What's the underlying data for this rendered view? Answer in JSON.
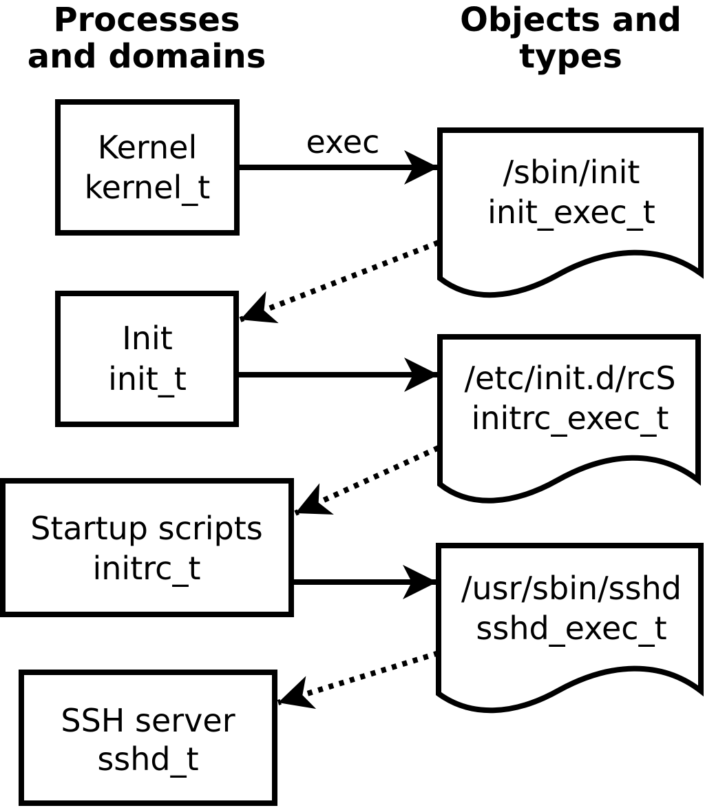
{
  "headers": {
    "left": {
      "line1": "Processes",
      "line2": "and domains"
    },
    "right": {
      "line1": "Objects and",
      "line2": "types"
    }
  },
  "processes": [
    {
      "name": "Kernel",
      "type": "kernel_t"
    },
    {
      "name": "Init",
      "type": "init_t"
    },
    {
      "name": "Startup scripts",
      "type": "initrc_t"
    },
    {
      "name": "SSH server",
      "type": "sshd_t"
    }
  ],
  "objects": [
    {
      "path": "/sbin/init",
      "type": "init_exec_t"
    },
    {
      "path": "/etc/init.d/rcS",
      "type": "initrc_exec_t"
    },
    {
      "path": "/usr/sbin/sshd",
      "type": "sshd_exec_t"
    }
  ],
  "edges": {
    "exec_label": "exec",
    "solid": [
      {
        "from": "Kernel kernel_t",
        "to": "/sbin/init init_exec_t",
        "label": "exec"
      },
      {
        "from": "Init init_t",
        "to": "/etc/init.d/rcS initrc_exec_t"
      },
      {
        "from": "Startup scripts initrc_t",
        "to": "/usr/sbin/sshd sshd_exec_t"
      }
    ],
    "dotted": [
      {
        "from": "/sbin/init init_exec_t",
        "to": "Init init_t"
      },
      {
        "from": "/etc/init.d/rcS initrc_exec_t",
        "to": "Startup scripts initrc_t"
      },
      {
        "from": "/usr/sbin/sshd sshd_exec_t",
        "to": "SSH server sshd_t"
      }
    ]
  },
  "colors": {
    "ink": "#000000",
    "background": "#ffffff"
  }
}
